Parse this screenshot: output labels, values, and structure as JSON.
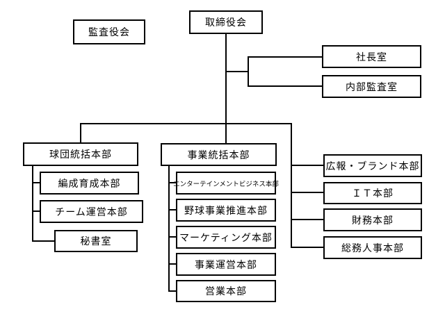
{
  "org": {
    "nodes": {
      "audit_board": {
        "label": "監査役会"
      },
      "board": {
        "label": "取締役会"
      },
      "president_office": {
        "label": "社長室"
      },
      "internal_audit": {
        "label": "内部監査室"
      },
      "team_hq": {
        "label": "球団統括本部"
      },
      "roster_dev": {
        "label": "編成育成本部"
      },
      "team_ops": {
        "label": "チーム運営本部"
      },
      "secretary": {
        "label": "秘書室"
      },
      "business_hq": {
        "label": "事業統括本部"
      },
      "entertainment": {
        "label": "エンターテインメントビジネス本部"
      },
      "baseball_promo": {
        "label": "野球事業推進本部"
      },
      "marketing": {
        "label": "マーケティング本部"
      },
      "business_ops": {
        "label": "事業運営本部"
      },
      "sales": {
        "label": "営業本部"
      },
      "pr_brand": {
        "label": "広報・ブランド本部"
      },
      "it": {
        "label": "ＩＴ本部"
      },
      "finance": {
        "label": "財務本部"
      },
      "general_hr": {
        "label": "総務人事本部"
      }
    },
    "edges": [
      {
        "from": "board",
        "to": "president_office"
      },
      {
        "from": "board",
        "to": "internal_audit"
      },
      {
        "from": "board",
        "to": "team_hq"
      },
      {
        "from": "board",
        "to": "business_hq"
      },
      {
        "from": "board",
        "to": "pr_brand"
      },
      {
        "from": "board",
        "to": "it"
      },
      {
        "from": "board",
        "to": "finance"
      },
      {
        "from": "board",
        "to": "general_hr"
      },
      {
        "from": "team_hq",
        "to": "roster_dev"
      },
      {
        "from": "team_hq",
        "to": "team_ops"
      },
      {
        "from": "team_hq",
        "to": "secretary"
      },
      {
        "from": "business_hq",
        "to": "entertainment"
      },
      {
        "from": "business_hq",
        "to": "baseball_promo"
      },
      {
        "from": "business_hq",
        "to": "marketing"
      },
      {
        "from": "business_hq",
        "to": "business_ops"
      },
      {
        "from": "business_hq",
        "to": "sales"
      }
    ],
    "unconnected_nodes": [
      "audit_board"
    ],
    "colors": {
      "line": "#000000",
      "box_border": "#000000",
      "box_fill": "#ffffff",
      "background": "#ffffff",
      "text": "#000000"
    }
  }
}
